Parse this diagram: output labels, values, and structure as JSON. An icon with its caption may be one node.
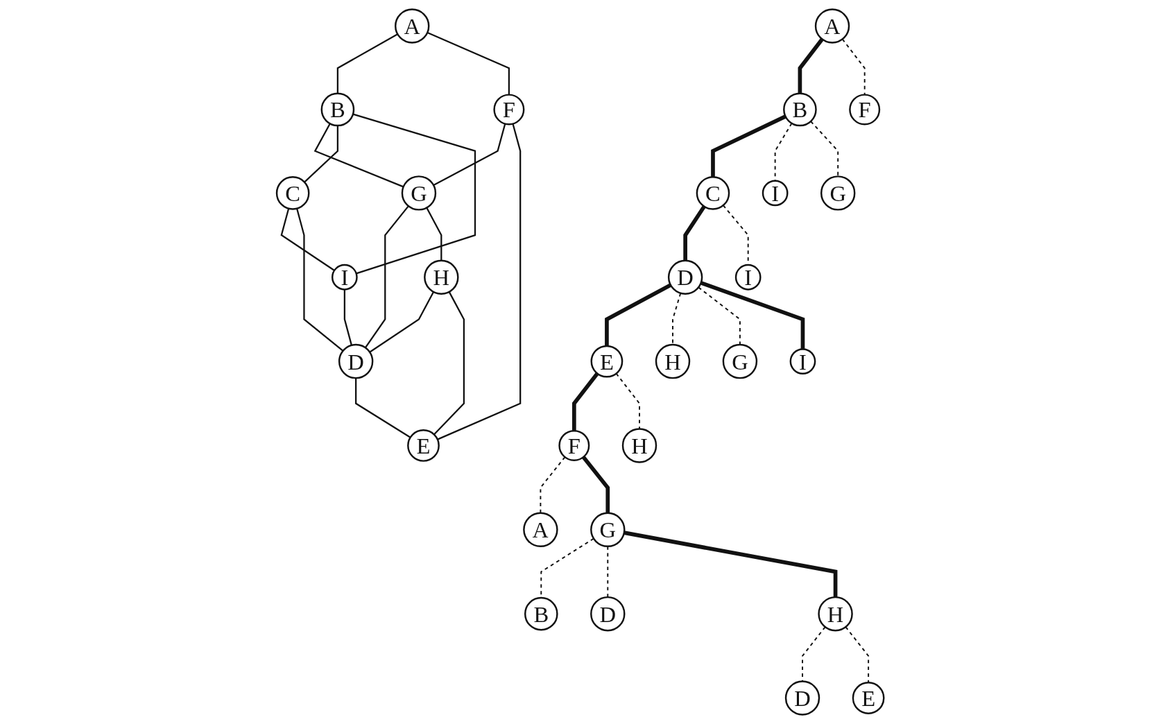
{
  "diagram": {
    "nodes": [
      {
        "text": [
          "A"
        ]
      },
      {
        "text": [
          "B"
        ]
      },
      {
        "text": [
          "F"
        ]
      },
      {
        "text": [
          "G"
        ]
      },
      {
        "text": [
          "I"
        ]
      },
      {
        "text": [
          "C"
        ]
      },
      {
        "text": [
          "H"
        ]
      },
      {
        "text": [
          "E"
        ]
      },
      {
        "text": [
          "D"
        ]
      },
      {
        "text": [
          "A"
        ]
      },
      {
        "text": [
          "B"
        ]
      },
      {
        "text": [
          "F"
        ]
      },
      {
        "text": [
          "C"
        ]
      },
      {
        "text": [
          "I"
        ]
      },
      {
        "text": [
          "G"
        ]
      },
      {
        "text": [
          "D"
        ]
      },
      {
        "text": [
          "I"
        ]
      },
      {
        "text": [
          "E"
        ]
      },
      {
        "text": [
          "H"
        ]
      },
      {
        "text": [
          "G"
        ]
      },
      {
        "text": [
          "I"
        ]
      },
      {
        "text": [
          "F"
        ]
      },
      {
        "text": [
          "H"
        ]
      },
      {
        "text": [
          "A"
        ]
      },
      {
        "text": [
          "G"
        ]
      },
      {
        "text": [
          "B"
        ]
      },
      {
        "text": [
          "D"
        ]
      },
      {
        "text": [
          "H"
        ]
      },
      {
        "text": [
          "D"
        ]
      },
      {
        "text": [
          "E"
        ]
      }
    ],
    "edges": [
      {
        "from": 0,
        "to": 1,
        "arrow": "none"
      },
      {
        "from": 0,
        "to": 2,
        "arrow": "none"
      },
      {
        "from": 1,
        "to": 3,
        "arrow": "none"
      },
      {
        "from": 2,
        "to": 3,
        "arrow": "none"
      },
      {
        "from": 1,
        "to": 5,
        "arrow": "none"
      },
      {
        "from": 1,
        "to": 4,
        "arrow": "none"
      },
      {
        "from": 5,
        "to": 4,
        "arrow": "none"
      },
      {
        "from": 5,
        "to": 8,
        "arrow": "none"
      },
      {
        "from": 4,
        "to": 8,
        "arrow": "none"
      },
      {
        "from": 3,
        "to": 8,
        "arrow": "none"
      },
      {
        "from": 3,
        "to": 6,
        "arrow": "none"
      },
      {
        "from": 6,
        "to": 8,
        "arrow": "none"
      },
      {
        "from": 6,
        "to": 7,
        "arrow": "none"
      },
      {
        "from": 2,
        "to": 7,
        "arrow": "none"
      },
      {
        "from": 8,
        "to": 7,
        "arrow": "none"
      },
      {
        "from": 9,
        "to": 10,
        "arrow": "none",
        "style": "thick"
      },
      {
        "from": 9,
        "to": 11,
        "arrow": "none",
        "style": "dashed"
      },
      {
        "from": 10,
        "to": 12,
        "arrow": "none",
        "style": "thick"
      },
      {
        "from": 10,
        "to": 13,
        "arrow": "none",
        "style": "dashed"
      },
      {
        "from": 10,
        "to": 14,
        "arrow": "none",
        "style": "dashed"
      },
      {
        "from": 12,
        "to": 15,
        "arrow": "none",
        "style": "thick"
      },
      {
        "from": 12,
        "to": 16,
        "arrow": "none",
        "style": "dashed"
      },
      {
        "from": 15,
        "to": 17,
        "arrow": "none",
        "style": "thick"
      },
      {
        "from": 15,
        "to": 18,
        "arrow": "none",
        "style": "dashed"
      },
      {
        "from": 15,
        "to": 19,
        "arrow": "none",
        "style": "dashed"
      },
      {
        "from": 15,
        "to": 20,
        "arrow": "none",
        "style": "thick"
      },
      {
        "from": 17,
        "to": 21,
        "arrow": "none",
        "style": "thick"
      },
      {
        "from": 17,
        "to": 22,
        "arrow": "none",
        "style": "dashed"
      },
      {
        "from": 21,
        "to": 23,
        "arrow": "none",
        "style": "dashed"
      },
      {
        "from": 21,
        "to": 24,
        "arrow": "none",
        "style": "thick"
      },
      {
        "from": 24,
        "to": 25,
        "arrow": "none",
        "style": "dashed"
      },
      {
        "from": 24,
        "to": 26,
        "arrow": "none",
        "style": "dashed"
      },
      {
        "from": 24,
        "to": 27,
        "arrow": "none",
        "style": "thick"
      },
      {
        "from": 27,
        "to": 28,
        "arrow": "none",
        "style": "dashed"
      },
      {
        "from": 27,
        "to": 29,
        "arrow": "none",
        "style": "dashed"
      }
    ]
  }
}
